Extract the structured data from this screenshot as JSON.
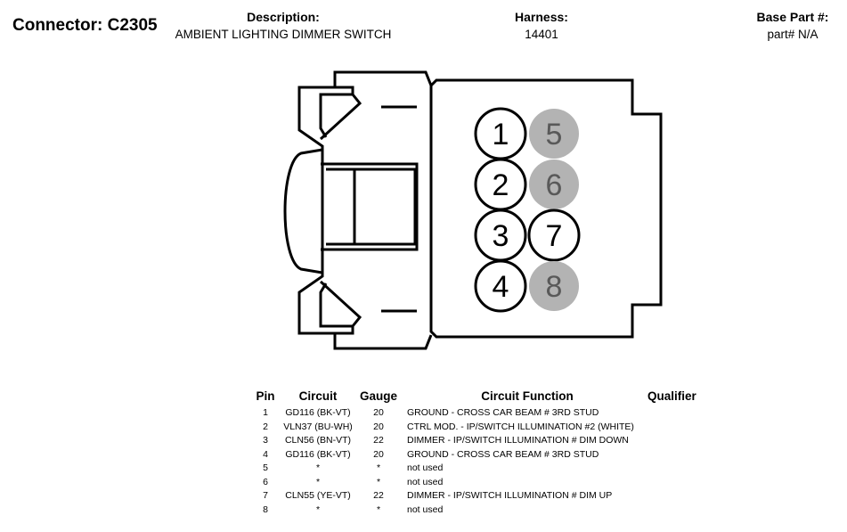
{
  "header": {
    "connector": "Connector: C2305",
    "description_label": "Description:",
    "description": "AMBIENT LIGHTING DIMMER SWITCH",
    "harness_label": "Harness:",
    "harness": "14401",
    "base_part_label": "Base Part #:",
    "base_part": "part# N/A"
  },
  "diagram": {
    "cavities": [
      {
        "label": "1",
        "used": true
      },
      {
        "label": "2",
        "used": true
      },
      {
        "label": "3",
        "used": true
      },
      {
        "label": "4",
        "used": true
      },
      {
        "label": "5",
        "used": false
      },
      {
        "label": "6",
        "used": false
      },
      {
        "label": "7",
        "used": true
      },
      {
        "label": "8",
        "used": false
      }
    ],
    "unused_fill": "#b3b3b3",
    "unused_text": "#595959"
  },
  "table": {
    "headers": [
      "Pin",
      "Circuit",
      "Gauge",
      "Circuit Function",
      "Qualifier"
    ],
    "rows": [
      {
        "pin": "1",
        "circuit": "GD116 (BK-VT)",
        "gauge": "20",
        "function": "GROUND - CROSS CAR BEAM # 3RD STUD",
        "qualifier": ""
      },
      {
        "pin": "2",
        "circuit": "VLN37 (BU-WH)",
        "gauge": "20",
        "function": "CTRL MOD. - IP/SWITCH ILLUMINATION #2 (WHITE)",
        "qualifier": ""
      },
      {
        "pin": "3",
        "circuit": "CLN56 (BN-VT)",
        "gauge": "22",
        "function": "DIMMER - IP/SWITCH ILLUMINATION # DIM DOWN",
        "qualifier": ""
      },
      {
        "pin": "4",
        "circuit": "GD116 (BK-VT)",
        "gauge": "20",
        "function": "GROUND - CROSS CAR BEAM # 3RD STUD",
        "qualifier": ""
      },
      {
        "pin": "5",
        "circuit": "*",
        "gauge": "*",
        "function": "not used",
        "qualifier": ""
      },
      {
        "pin": "6",
        "circuit": "*",
        "gauge": "*",
        "function": "not used",
        "qualifier": ""
      },
      {
        "pin": "7",
        "circuit": "CLN55 (YE-VT)",
        "gauge": "22",
        "function": "DIMMER - IP/SWITCH ILLUMINATION # DIM UP",
        "qualifier": ""
      },
      {
        "pin": "8",
        "circuit": "*",
        "gauge": "*",
        "function": "not used",
        "qualifier": ""
      }
    ]
  }
}
